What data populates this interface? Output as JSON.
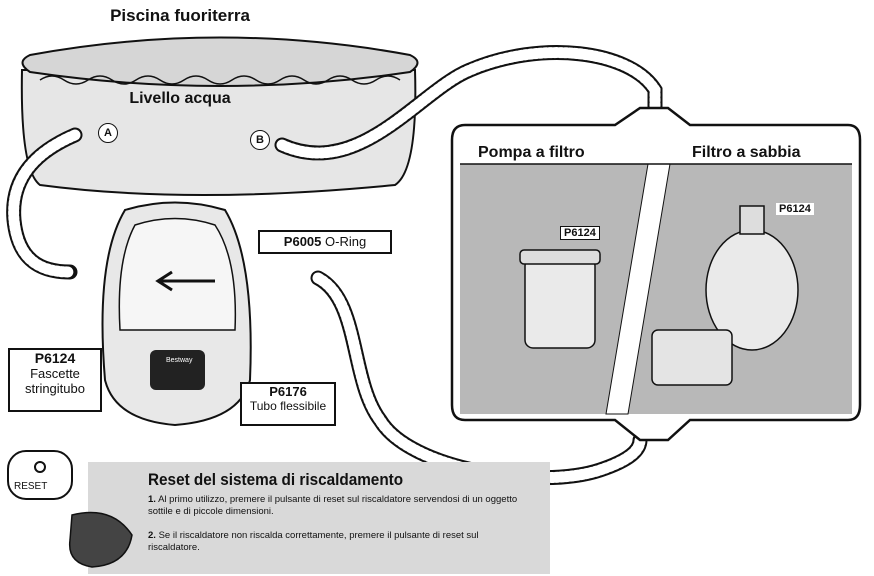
{
  "title": "Piscina fuoriterra",
  "water_level_label": "Livello acqua",
  "ports": {
    "a": "A",
    "b": "B"
  },
  "filter_box": {
    "left_title": "Pompa a filtro",
    "right_title": "Filtro a sabbia",
    "left_part_code": "P6124",
    "right_part_code": "P6124"
  },
  "parts": {
    "oring": {
      "code": "P6005",
      "label": "O-Ring"
    },
    "clamps": {
      "code": "P6124",
      "label_line1": "Fascette",
      "label_line2": "stringitubo"
    },
    "hose": {
      "code": "P6176",
      "label": "Tubo flessibile"
    }
  },
  "heater": {
    "brand": "Bestway"
  },
  "reset": {
    "button_label": "RESET",
    "title": "Reset del sistema di riscaldamento",
    "steps": [
      {
        "num": "1.",
        "text": "Al primo utilizzo, premere il pulsante di reset sul riscaldatore servendosi di un oggetto sottile e di piccole dimensioni."
      },
      {
        "num": "2.",
        "text": "Se il riscaldatore non riscalda correttamente, premere il pulsante di reset sul riscaldatore."
      }
    ]
  },
  "colors": {
    "panel_gray": "#d9d9d9",
    "filter_bg": "#b8b8b8",
    "line": "#111111"
  }
}
